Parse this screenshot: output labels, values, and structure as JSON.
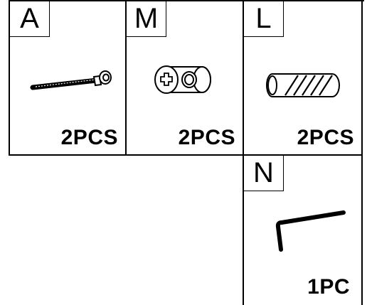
{
  "parts": [
    {
      "letter": "A",
      "quantity": "2PCS",
      "icon": "bolt-icon"
    },
    {
      "letter": "M",
      "quantity": "2PCS",
      "icon": "barrel-nut-icon"
    },
    {
      "letter": "L",
      "quantity": "2PCS",
      "icon": "wooden-dowel-icon"
    },
    {
      "letter": "N",
      "quantity": "1PC",
      "icon": "allen-key-icon"
    }
  ]
}
